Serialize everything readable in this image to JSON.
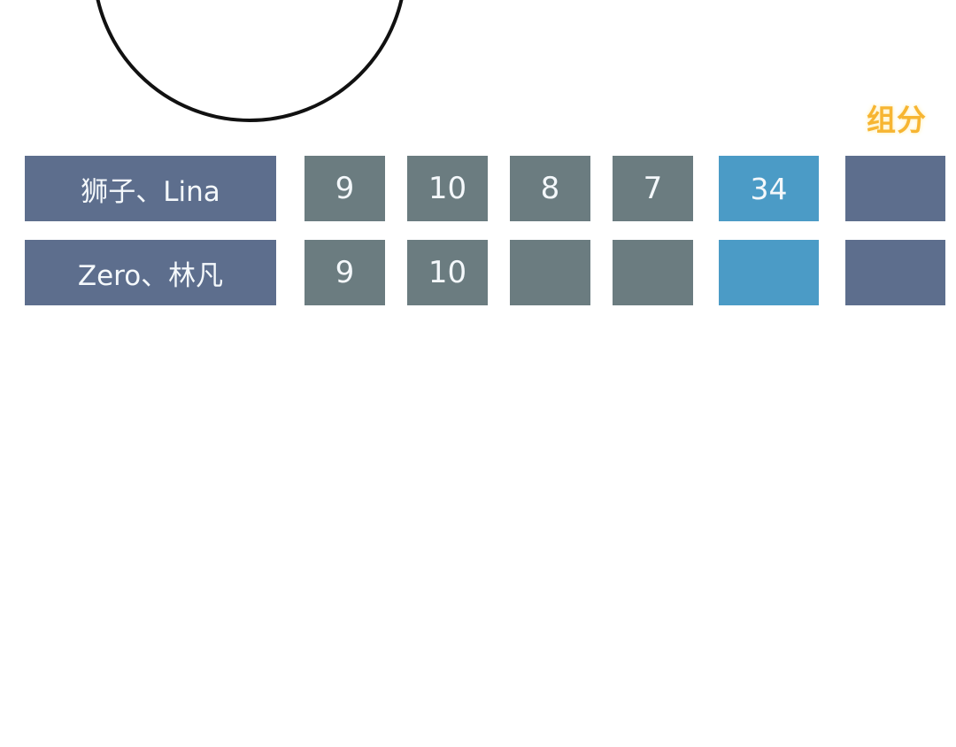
{
  "colors": {
    "name_cell": "#5d6e8d",
    "score_cell": "#6b7c80",
    "total_cell": "#4b9bc6",
    "rank_cell": "#5d6e8d",
    "group_label": "#f7b531",
    "group_label_glow": "#fff3c8",
    "circle_outline": "#111111"
  },
  "header": {
    "group_label": "组分"
  },
  "rows": [
    {
      "name": "狮子、Lina",
      "scores": [
        "9",
        "10",
        "8",
        "7"
      ],
      "total": "34",
      "rank": ""
    },
    {
      "name": "Zero、林凡",
      "scores": [
        "9",
        "10",
        "",
        ""
      ],
      "total": "",
      "rank": ""
    }
  ]
}
